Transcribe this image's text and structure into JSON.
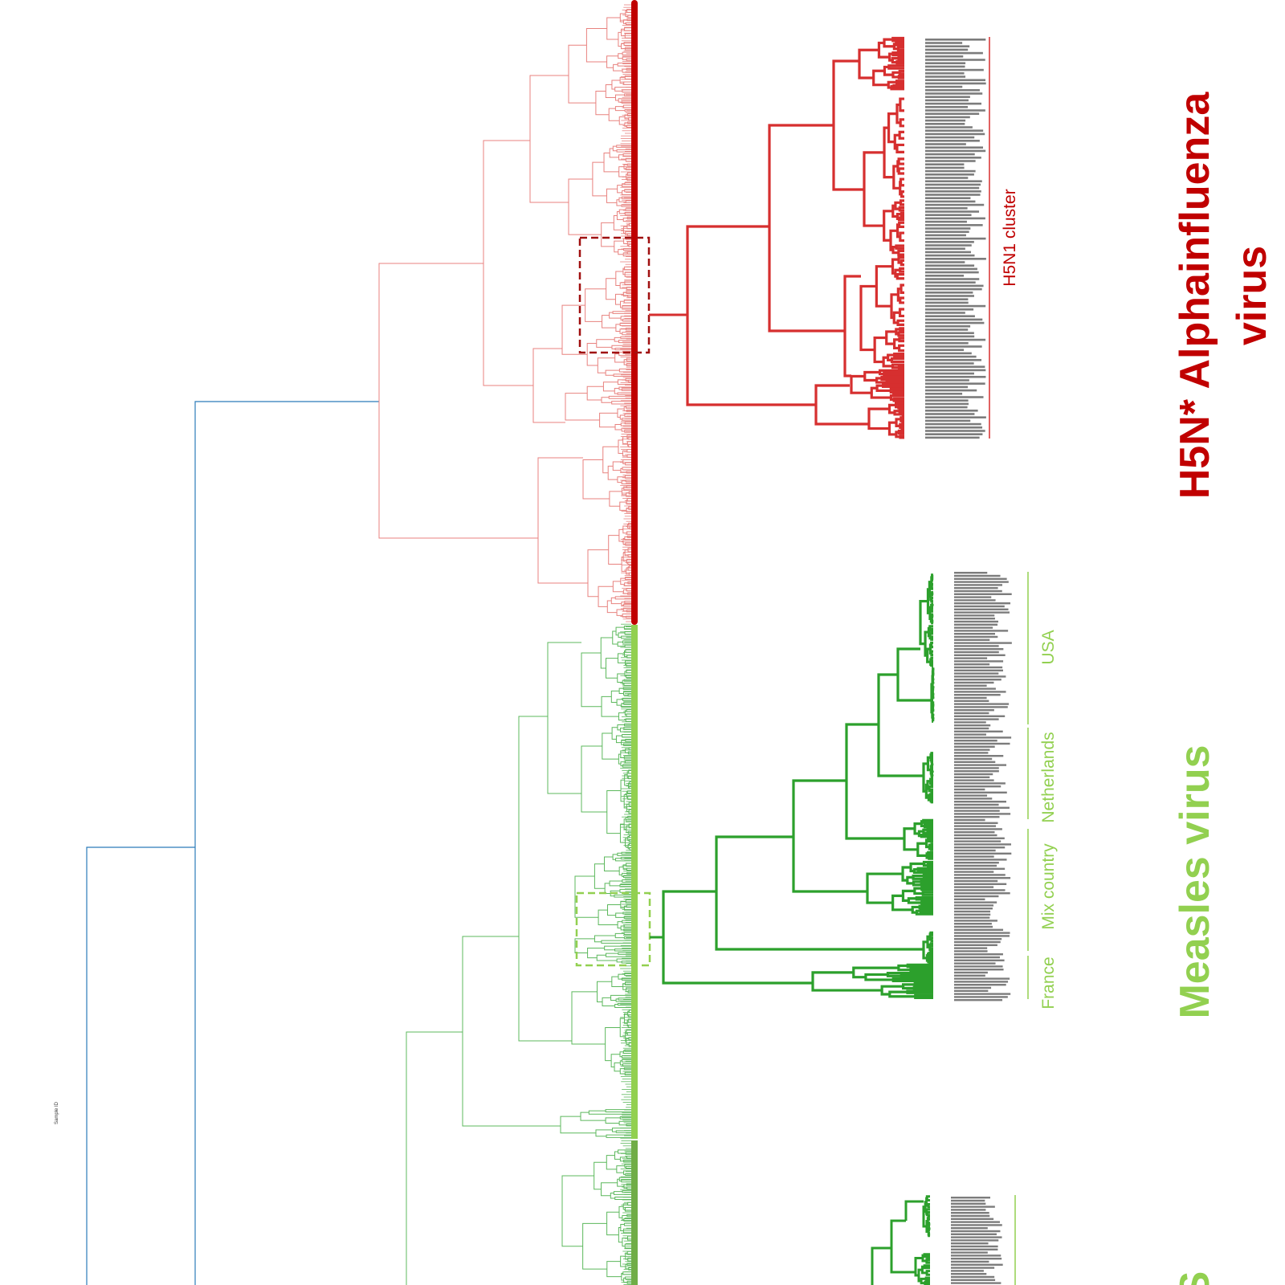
{
  "labels": {
    "h5n1_cluster": "H5N1 cluster",
    "alpha_title_line1": "H5N* Alphainfluenza",
    "alpha_title_line2": "virus",
    "measles_title": "Measles virus",
    "usa": "USA",
    "netherlands": "Netherlands",
    "mix_country": "Mix country",
    "france": "France",
    "sample_id": "Sample ID",
    "bottom_cut": "S"
  },
  "colors": {
    "root": "#2b7bb9",
    "influenza_thin": "#e8827f",
    "influenza_thick": "#c00000",
    "influenza_zoom": "#d62f2f",
    "influenza_box": "#a01010",
    "measles_thin": "#5cb85c",
    "measles_band": "#92d050",
    "measles_band_dark": "#70ad47",
    "measles_zoom": "#2ca02c",
    "measles_box": "#92d050",
    "measles_text": "#92d050",
    "leaf_text": "#444444",
    "region_line_red": "#d62f2f",
    "region_line_green": "#92d050"
  },
  "icons": {
    "influenza_zoom_box": "dashed-rect",
    "measles_zoom_box": "dashed-rect"
  }
}
